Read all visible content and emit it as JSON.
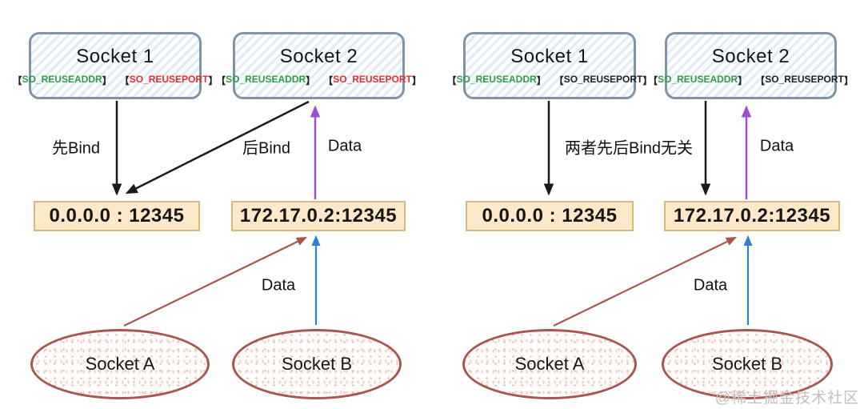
{
  "palette": {
    "socket_box_border": "#7f93aa",
    "socket_box_stripe": "#e2ebf5",
    "addr_fill": "#fbe9c9",
    "addr_border": "#d9ba7e",
    "ellipse_border": "#a8564e",
    "ellipse_dots": "#ecb9b4",
    "arrow_black": "#1b1b1b",
    "arrow_purple": "#9b51d0",
    "arrow_blue": "#2f7fd4",
    "arrow_brown": "#a8564e",
    "reuseaddr_green": "#2f9e44",
    "reuseport_red": "#e03131",
    "reuseport_black": "#222222",
    "watermark_gray": "#c6beb8"
  },
  "watermark": "@稀土掘金技术社区",
  "left": {
    "socket1": {
      "title": "Socket 1",
      "options": [
        {
          "open": "【",
          "label": "SO_REUSEADDR",
          "close": "】",
          "color": "#2f9e44"
        },
        {
          "open": "【",
          "label": "SO_REUSEPORT",
          "close": "】",
          "color": "#e03131"
        }
      ]
    },
    "socket2": {
      "title": "Socket 2",
      "options": [
        {
          "open": "【",
          "label": "SO_REUSEADDR",
          "close": "】",
          "color": "#2f9e44"
        },
        {
          "open": "【",
          "label": "SO_REUSEPORT",
          "close": "】",
          "color": "#e03131"
        }
      ]
    },
    "bind_first_label": "先Bind",
    "bind_second_label": "后Bind",
    "data_label_top": "Data",
    "data_label_bottom": "Data",
    "addr_wildcard": "0.0.0.0 : 12345",
    "addr_specific": "172.17.0.2:12345",
    "endpoint_a": "Socket A",
    "endpoint_b": "Socket B"
  },
  "right": {
    "socket1": {
      "title": "Socket 1",
      "options": [
        {
          "open": "【",
          "label": "SO_REUSEADDR",
          "close": "】",
          "color": "#2f9e44"
        },
        {
          "open": "【",
          "label": "SO_REUSEPORT",
          "close": "】",
          "color": "#222222"
        }
      ]
    },
    "socket2": {
      "title": "Socket 2",
      "options": [
        {
          "open": "【",
          "label": "SO_REUSEADDR",
          "close": "】",
          "color": "#2f9e44"
        },
        {
          "open": "【",
          "label": "SO_REUSEPORT",
          "close": "】",
          "color": "#222222"
        }
      ]
    },
    "bind_order_label": "两者先后Bind无关",
    "data_label_top": "Data",
    "data_label_bottom": "Data",
    "addr_wildcard": "0.0.0.0 : 12345",
    "addr_specific": "172.17.0.2:12345",
    "endpoint_a": "Socket A",
    "endpoint_b": "Socket B"
  }
}
